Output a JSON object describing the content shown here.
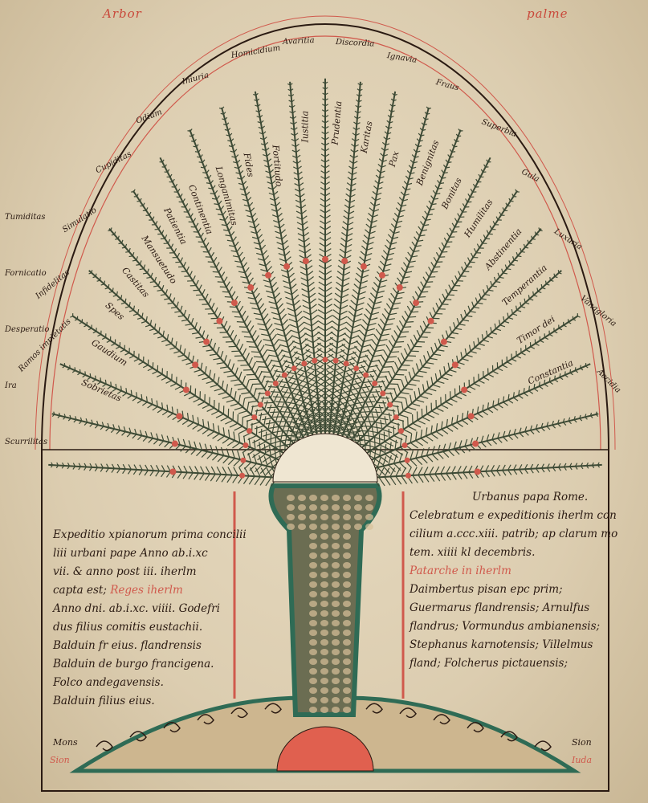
{
  "header": {
    "left": "Arbor",
    "right": "palme"
  },
  "left_text": {
    "lines": [
      "Expeditio xpianorum prima concilii",
      "liii urbani pape Anno ab.i.xc",
      "vii. & anno post iii. iherlm",
      "capta est;"
    ],
    "red_heading": "Reges iherlm",
    "lines2": [
      "Anno dni. ab.i.xc. viiii. Godefri",
      "dus filius comitis eustachii.",
      "Balduin fr eius. flandrensis",
      "Balduin de burgo francigena.",
      "Folco andegavensis.",
      "Balduin filius eius."
    ]
  },
  "right_text": {
    "title": "Urbanus papa Rome.",
    "lines": [
      "Celebratum e expeditionis iherlm con",
      "cilium a.ccc.xiii. patrib; ap clarum mo",
      "tem. xiiii kl decembris."
    ],
    "red_heading": "Patarche in iherlm",
    "lines2": [
      "Daimbertus pisan epc prim;",
      "Guermarus flandrensis; Arnulfus",
      "flandrus; Vormundus ambianensis;",
      "Stephanus karnotensis; Villelmus",
      "fland; Folcherus pictauensis;"
    ]
  },
  "fronds": {
    "labels": [
      "Sobrietas",
      "Gaudium",
      "Spes",
      "Castitas",
      "Mansuetudo",
      "Patientia",
      "Continentia",
      "Longanimitas",
      "Fides",
      "Fortitudo",
      "Iustitia",
      "Prudentia",
      "Karitas",
      "Pax",
      "Benignitas",
      "Bonitas",
      "Humilitas",
      "Abstinentia",
      "Temperantia",
      "Timor dei",
      "Constantia"
    ]
  },
  "outer_labels": {
    "left": [
      "Tumiditas",
      "Fornicatio",
      "Desperatio",
      "Ira",
      "Scurrilitas"
    ],
    "top": [
      "Ramos impietatis",
      "Infidelitas",
      "Simulatio",
      "Cupiditas",
      "Odium",
      "Iniuria",
      "Homicidium",
      "Avaritia",
      "Discordia",
      "Ignavia",
      "Fraus",
      "Superbia",
      "Gula",
      "Luxuria",
      "Vanagloria",
      "Accidia"
    ]
  },
  "corners": {
    "left_top": "Mons",
    "left_bottom": "Sion",
    "right_top": "Sion",
    "right_bottom": "Iuda"
  },
  "colors": {
    "ink": "#2a1a12",
    "red": "#d0594c",
    "green": "#2f6b55",
    "frond": "#3d4a35",
    "parchment": "#e2d5ba"
  }
}
